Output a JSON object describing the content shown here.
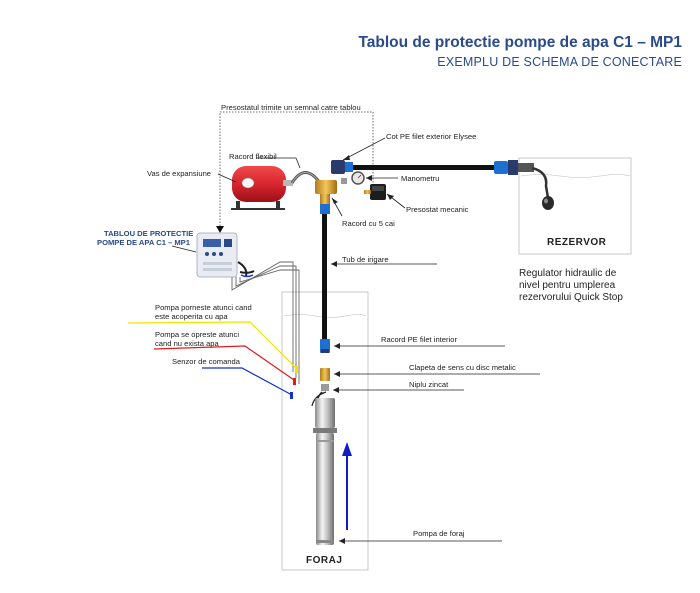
{
  "header": {
    "title": "Tablou de protectie pompe de apa C1 – MP1",
    "subtitle": "EXEMPLU DE SCHEMA DE CONECTARE"
  },
  "labels": {
    "presostat_signal": "Presostatul trimite un semnal catre tablou",
    "cot_pe": "Cot PE filet exterior Elysee",
    "racord_flexibil": "Racord flexibil",
    "vas_expansiune": "Vas de expansiune",
    "manometru": "Manometru",
    "presostat_mecanic": "Presostat mecanic",
    "racord_5_cai": "Racord cu 5 cai",
    "tablou_line1": "TABLOU DE PROTECTIE",
    "tablou_line2": "POMPE DE APA C1 – MP1",
    "rezervor": "REZERVOR",
    "tub_irigare": "Tub de irigare",
    "regulator_line1": "Regulator hidraulic de",
    "regulator_line2": "nivel pentru umplerea",
    "regulator_line3": "rezervorului Quick Stop",
    "pompa_porneste_line1": "Pompa porneste atunci cand",
    "pompa_porneste_line2": "este acoperita cu apa",
    "racord_pe_interior": "Racord PE filet interior",
    "pompa_opreste_line1": "Pompa se opreste atunci",
    "pompa_opreste_line2": "cand nu exista apa",
    "senzor": "Senzor de comanda",
    "clapeta": "Clapeta de sens cu disc metalic",
    "niplu": "Niplu zincat",
    "pompa_foraj": "Pompa de foraj",
    "foraj": "FORAJ"
  },
  "colors": {
    "brand_blue": "#2a4a8c",
    "pipe": "#111111",
    "tank_red": "#d8262e",
    "sensor_yellow": "#f2e200",
    "sensor_red": "#e01b1b",
    "sensor_blue": "#1030d0",
    "flow_arrow": "#1020c0"
  }
}
